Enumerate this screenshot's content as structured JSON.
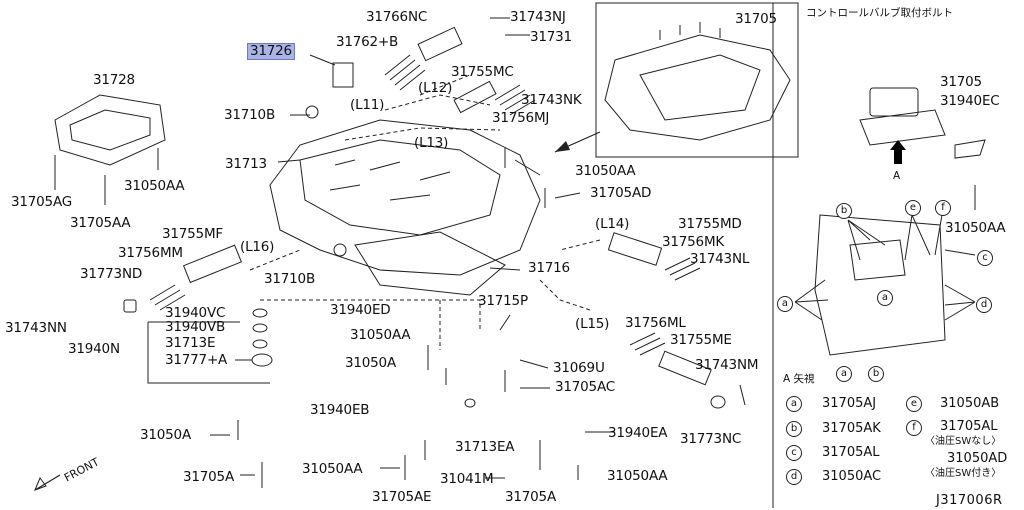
{
  "highlighted_part": "31726",
  "part_labels": [
    {
      "id": "p31766NC",
      "text": "31766NC"
    },
    {
      "id": "p31743NJ",
      "text": "31743NJ"
    },
    {
      "id": "p31726",
      "text": "31726"
    },
    {
      "id": "p31762B",
      "text": "31762+B"
    },
    {
      "id": "p31731",
      "text": "31731"
    },
    {
      "id": "p31755MC",
      "text": "31755MC"
    },
    {
      "id": "p31743NK",
      "text": "31743NK"
    },
    {
      "id": "p31756MJ",
      "text": "31756MJ"
    },
    {
      "id": "p31728",
      "text": "31728"
    },
    {
      "id": "p31710B_a",
      "text": "31710B"
    },
    {
      "id": "p31713",
      "text": "31713"
    },
    {
      "id": "p31050AA_a",
      "text": "31050AA"
    },
    {
      "id": "p31705AD",
      "text": "31705AD"
    },
    {
      "id": "p31705AG",
      "text": "31705AG"
    },
    {
      "id": "p31050AA_b",
      "text": "31050AA"
    },
    {
      "id": "p31705AA",
      "text": "31705AA"
    },
    {
      "id": "p31755MF",
      "text": "31755MF"
    },
    {
      "id": "p31756MM",
      "text": "31756MM"
    },
    {
      "id": "p31755MD",
      "text": "31755MD"
    },
    {
      "id": "p31756MK",
      "text": "31756MK"
    },
    {
      "id": "p31743NL",
      "text": "31743NL"
    },
    {
      "id": "p31710B_b",
      "text": "31710B"
    },
    {
      "id": "p31716",
      "text": "31716"
    },
    {
      "id": "p31773ND",
      "text": "31773ND"
    },
    {
      "id": "p31715P",
      "text": "31715P"
    },
    {
      "id": "p31743NN",
      "text": "31743NN"
    },
    {
      "id": "p31940ED",
      "text": "31940ED"
    },
    {
      "id": "p31940VC",
      "text": "31940VC"
    },
    {
      "id": "p31940VB",
      "text": "31940VB"
    },
    {
      "id": "p31713E",
      "text": "31713E"
    },
    {
      "id": "p31940N",
      "text": "31940N"
    },
    {
      "id": "p31777A",
      "text": "31777+A"
    },
    {
      "id": "p31050AA_c",
      "text": "31050AA"
    },
    {
      "id": "p31756ML",
      "text": "31756ML"
    },
    {
      "id": "p31755ME",
      "text": "31755ME"
    },
    {
      "id": "p31050AA_d",
      "text": "31050A"
    },
    {
      "id": "p31069U",
      "text": "31069U"
    },
    {
      "id": "p31705AC",
      "text": "31705AC"
    },
    {
      "id": "p31743NM",
      "text": "31743NM"
    },
    {
      "id": "p31940EB",
      "text": "31940EB"
    },
    {
      "id": "p31050A",
      "text": "31050A"
    },
    {
      "id": "p31713EA",
      "text": "31713EA"
    },
    {
      "id": "p31940EA",
      "text": "31940EA"
    },
    {
      "id": "p31773NC",
      "text": "31773NC"
    },
    {
      "id": "p31050AA_e",
      "text": "31050AA"
    },
    {
      "id": "p31050AA_f",
      "text": "31050AA"
    },
    {
      "id": "p31705A_a",
      "text": "31705A"
    },
    {
      "id": "p31041M",
      "text": "31041M"
    },
    {
      "id": "p31705AE",
      "text": "31705AE"
    },
    {
      "id": "p31705A_b",
      "text": "31705A"
    },
    {
      "id": "p31705_top",
      "text": "31705"
    },
    {
      "id": "p31705_r",
      "text": "31705"
    },
    {
      "id": "p31940EC",
      "text": "31940EC"
    },
    {
      "id": "p31050AA_r",
      "text": "31050AA"
    }
  ],
  "line_refs": [
    "(L11)",
    "(L12)",
    "(L13)",
    "(L14)",
    "(L15)",
    "(L16)"
  ],
  "inset": {
    "title": "コントロールバルブ取付ボルト",
    "view_label": "A",
    "view_caption": "A 矢視"
  },
  "legend": [
    {
      "key": "a",
      "code": "31705AJ"
    },
    {
      "key": "b",
      "code": "31705AK"
    },
    {
      "key": "c",
      "code": "31705AL"
    },
    {
      "key": "d",
      "code": "31050AC"
    },
    {
      "key": "e",
      "code": "31050AB"
    },
    {
      "key": "f",
      "code": "31705AL",
      "note": "〈油圧SWなし〉"
    },
    {
      "key": "f2",
      "code": "31050AD",
      "note": "〈油圧SW付き〉"
    }
  ],
  "front_label": "FRONT",
  "diagram_ref": "J317006R"
}
